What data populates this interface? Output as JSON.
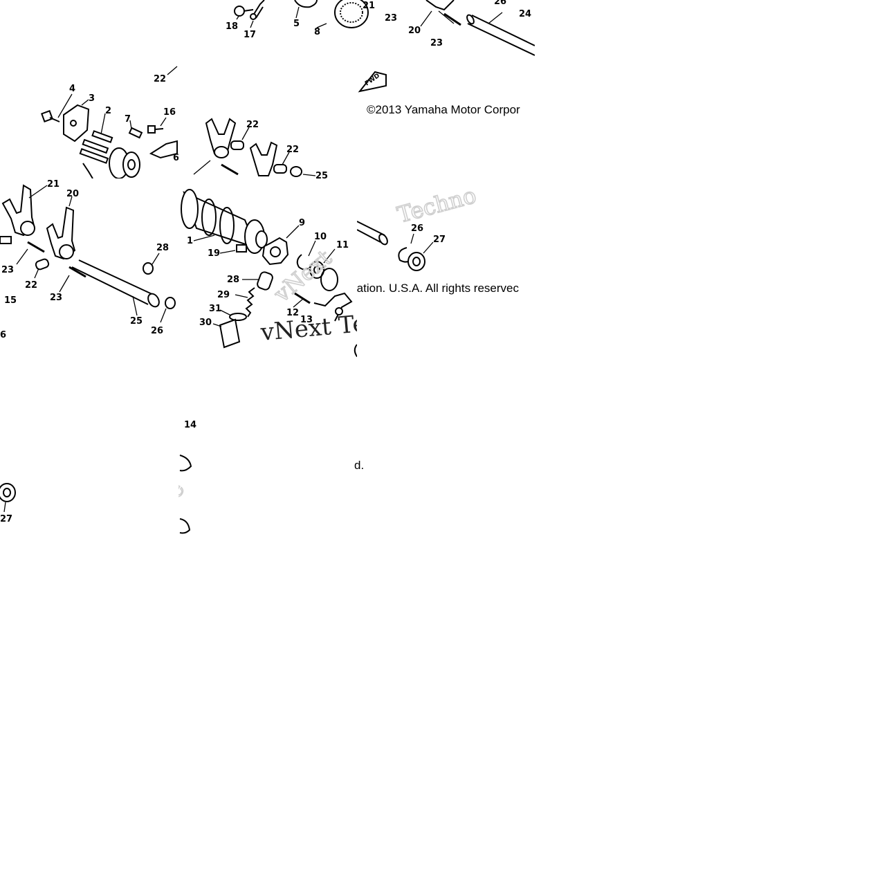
{
  "diagram": {
    "copyright_full": "©2013 Yamaha Motor Corpor",
    "copyright_tail": "ration. U.S.A. All rights reservec",
    "copyright_end": "d.",
    "watermark_1": "Techno",
    "watermark_2": "vNext Te",
    "fwd_badge": "FWD",
    "labels": {
      "t1_18": "18",
      "t1_17": "17",
      "t1_5": "5",
      "t1_8": "8",
      "t1_21": "21",
      "t1_23a": "23",
      "t1_20": "20",
      "t1_23b": "23",
      "t1_26": "26",
      "t1_24": "24",
      "t2_22": "22",
      "t2_4": "4",
      "t2_3": "3",
      "t2_2": "2",
      "t2_7": "7",
      "t2_16": "16",
      "t2_6": "6",
      "t3_22a": "22",
      "t3_22b": "22",
      "t3_25": "25",
      "t4_21": "21",
      "t4_20": "20",
      "t4_28": "28",
      "t4_23a": "23",
      "t4_22": "22",
      "t4_23b": "23",
      "t4_15": "15",
      "t4_25": "25",
      "t4_26": "26",
      "t4_6": "6",
      "t5_1": "1",
      "t5_9": "9",
      "t5_10": "10",
      "t5_11": "11",
      "t5_19": "19",
      "t5_28": "28",
      "t5_29": "29",
      "t5_31": "31",
      "t5_30": "30",
      "t5_12": "12",
      "t5_13": "13",
      "t6_26": "26",
      "t6_27": "27",
      "t7_27": "27",
      "t8_14": "14"
    }
  }
}
